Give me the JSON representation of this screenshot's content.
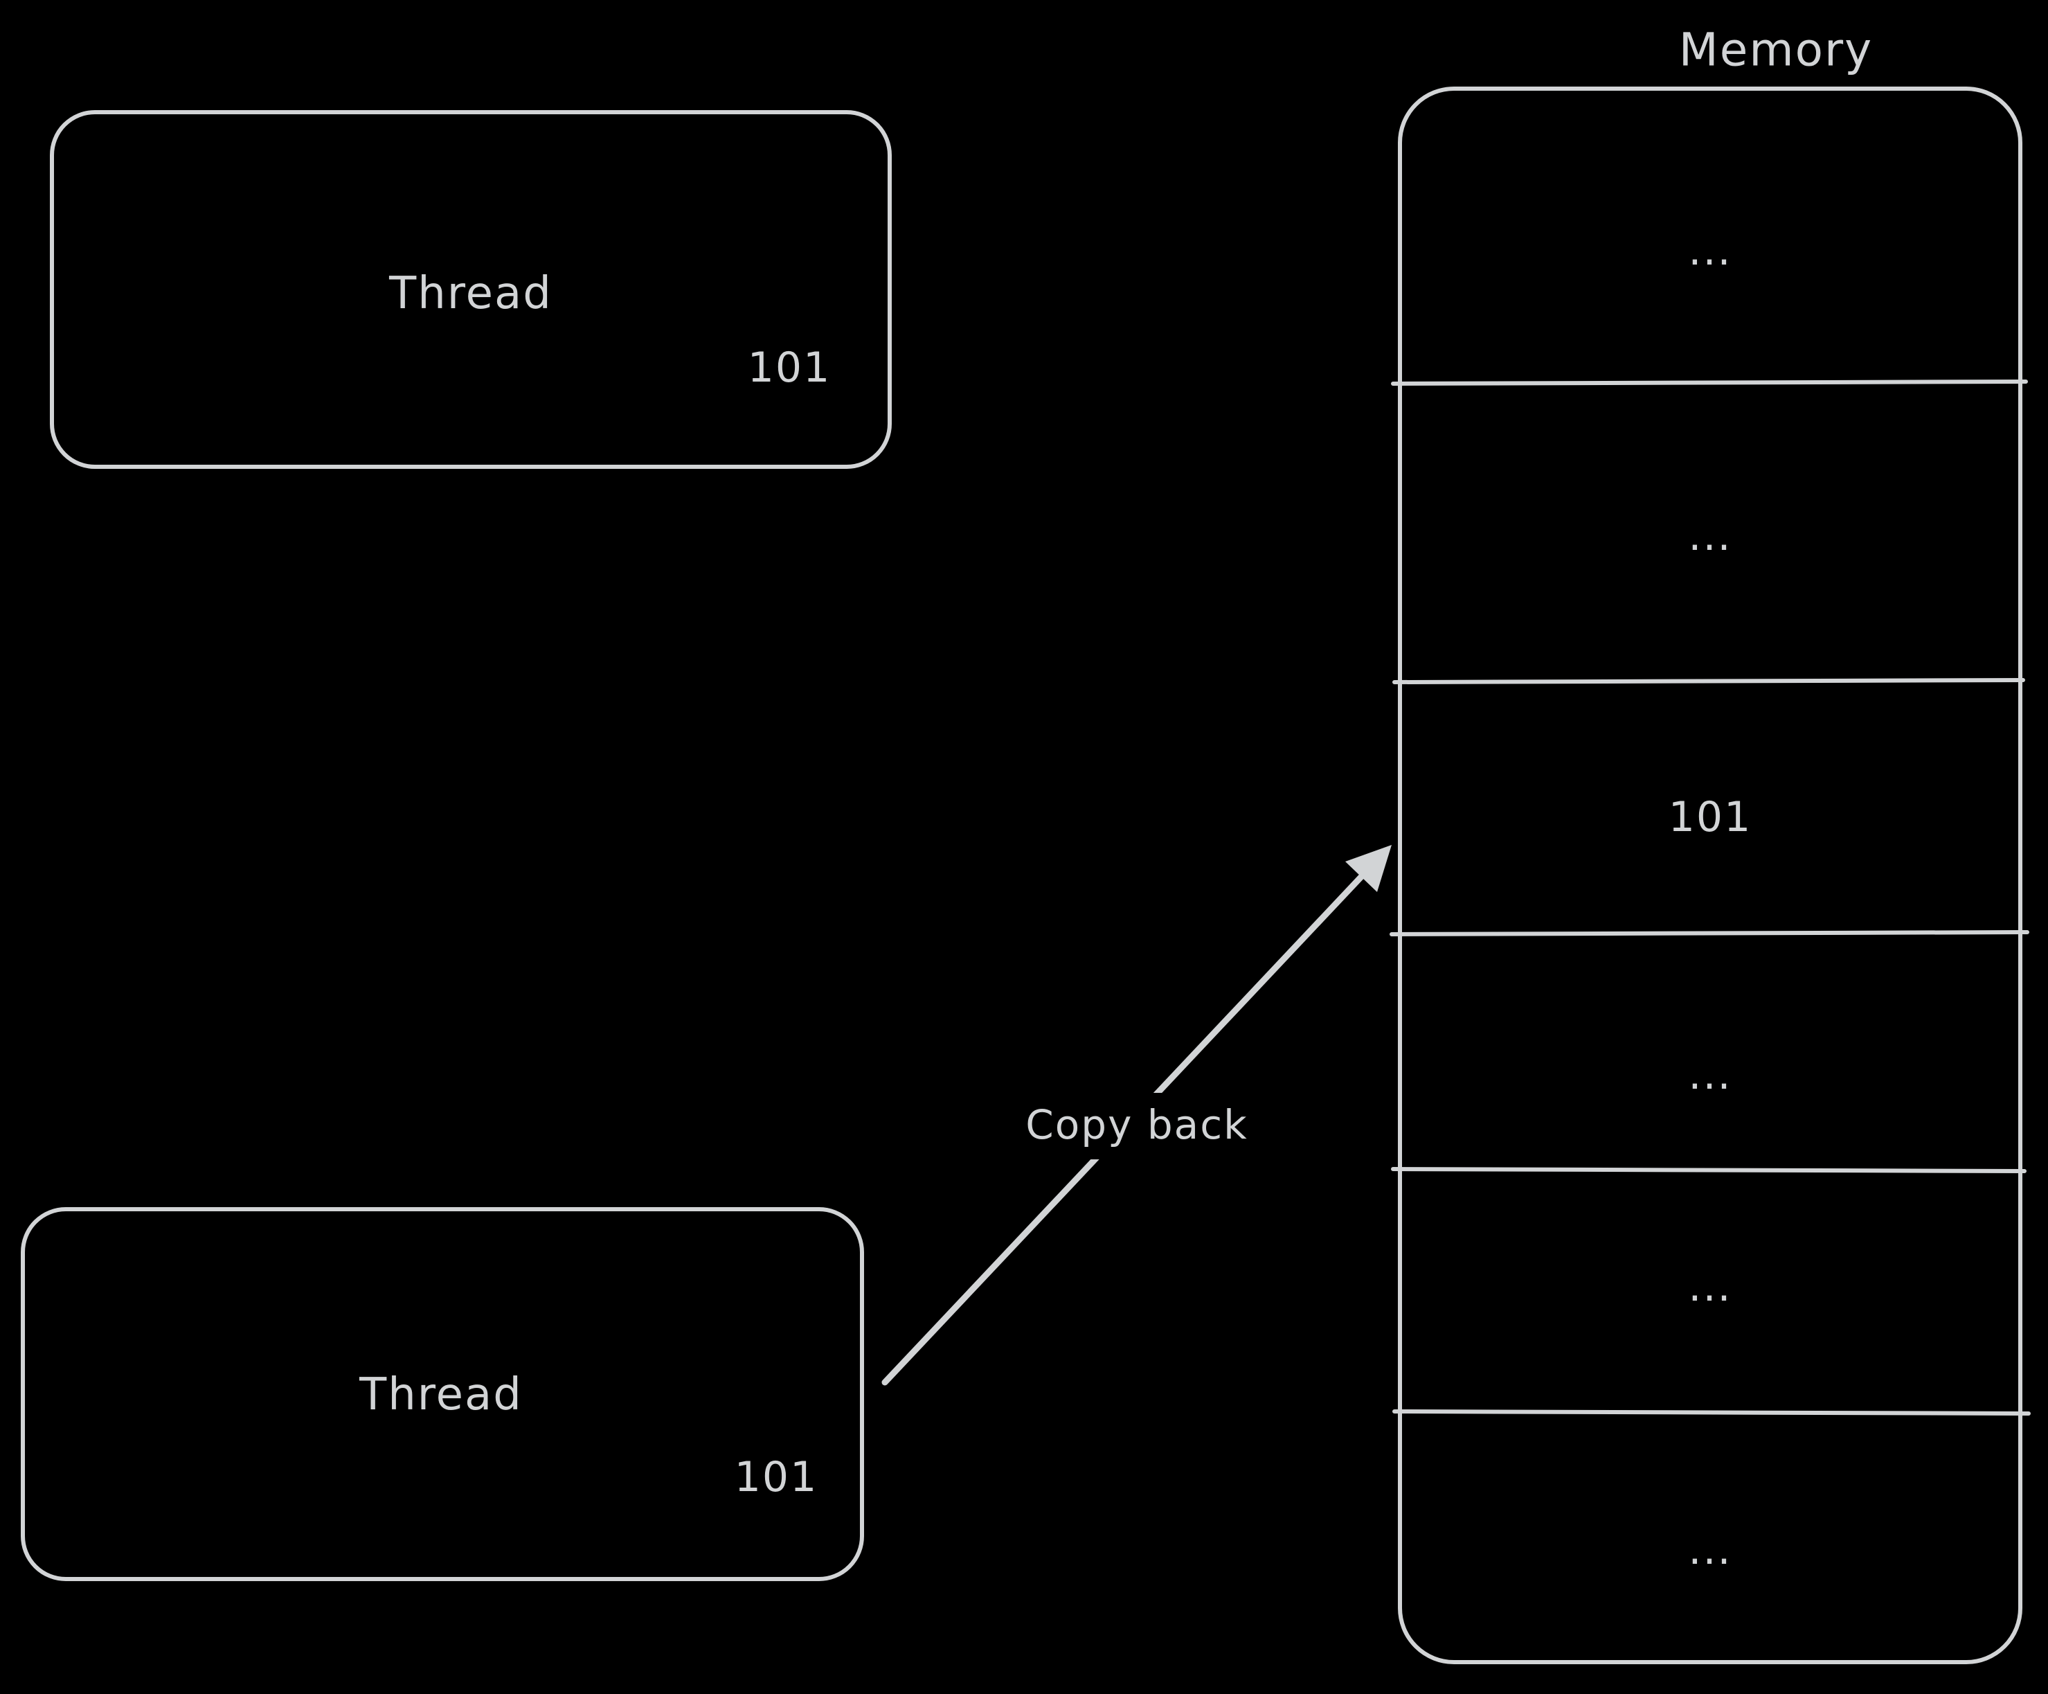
{
  "diagram": {
    "background": "#000000",
    "stroke_color": "#d2d4d6",
    "text_color": "#d2d4d6"
  },
  "top_thread": {
    "label": "Thread",
    "value": "101"
  },
  "bottom_thread": {
    "label": "Thread",
    "value": "101"
  },
  "arrow": {
    "label": "Copy back"
  },
  "memory": {
    "title": "Memory",
    "cells": [
      "...",
      "...",
      "101",
      "...",
      "...",
      "..."
    ]
  }
}
